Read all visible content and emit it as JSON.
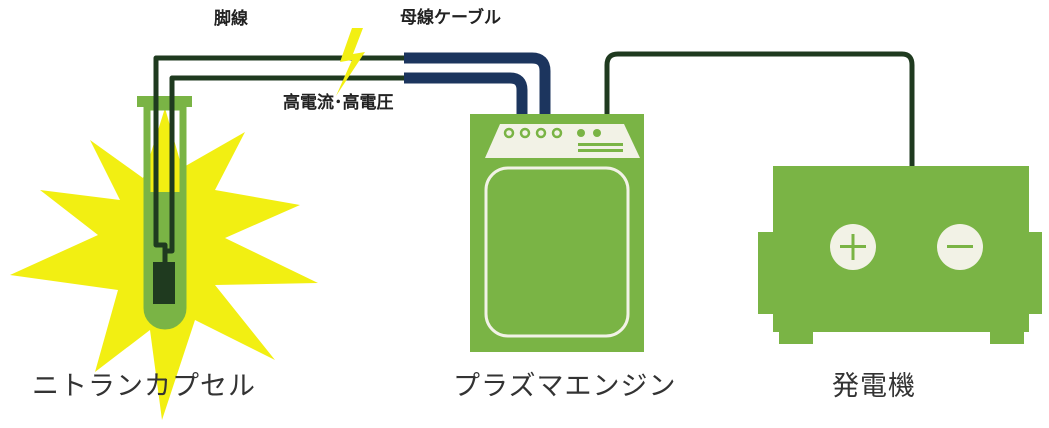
{
  "labels": {
    "lead_wire": "脚線",
    "bus_cable": "母線ケーブル",
    "high_current": "高電流･高電圧",
    "nitoran_capsule": "ニトランカプセル",
    "plasma_engine": "プラズマエンジン",
    "generator": "発電機"
  },
  "generator_terminals": {
    "plus": "+",
    "minus": "−"
  },
  "colors": {
    "green": "#7ab445",
    "dark_green": "#1f3a1f",
    "navy": "#1c355e",
    "yellow": "#f2ef12",
    "cream": "#f2f2e6",
    "black_green": "#1a2a1a"
  },
  "icons": [
    "starburst-icon",
    "test-tube-icon",
    "lightning-bolt-icon",
    "plasma-engine-icon",
    "generator-icon"
  ]
}
